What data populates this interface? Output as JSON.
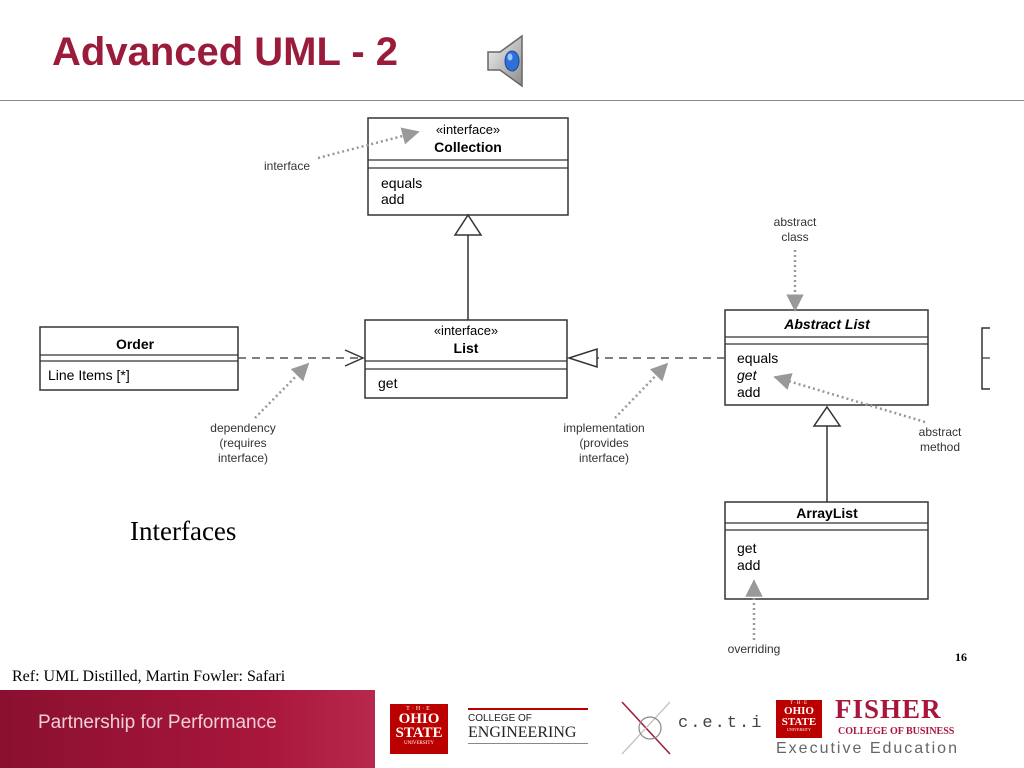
{
  "slide": {
    "title": "Advanced UML - 2",
    "caption": "Interfaces",
    "page_number": "16",
    "reference": "Ref: UML Distilled, Martin Fowler: Safari",
    "icons": {
      "audio": "speaker-icon"
    }
  },
  "diagram": {
    "collection": {
      "stereotype": "«interface»",
      "name": "Collection",
      "ops": [
        "equals",
        "add"
      ]
    },
    "list": {
      "stereotype": "«interface»",
      "name": "List",
      "ops": [
        "get"
      ]
    },
    "order": {
      "name": "Order",
      "attrs": [
        "Line Items [*]"
      ]
    },
    "abstract_list": {
      "name": "Abstract List",
      "ops": [
        "equals",
        "get",
        "add"
      ]
    },
    "array_list": {
      "name": "ArrayList",
      "ops": [
        "get",
        "add"
      ]
    },
    "notes": {
      "interface": "interface",
      "abstract_class": [
        "abstract",
        "class"
      ],
      "dependency": [
        "dependency",
        "(requires",
        "interface)"
      ],
      "implementation": [
        "implementation",
        "(provides",
        "interface)"
      ],
      "abstract_method": [
        "abstract",
        "method"
      ],
      "overriding": "overriding"
    }
  },
  "footer": {
    "band_text": "Partnership for Performance",
    "osu": {
      "line1": "T·H·E",
      "line2": "OHIO",
      "line3": "STATE",
      "line4": "UNIVERSITY"
    },
    "coe": {
      "line1": "COLLEGE OF",
      "line2": "ENGINEERING"
    },
    "ceti": "c.e.t.i",
    "fisher": {
      "name": "FISHER",
      "sub": "COLLEGE OF BUSINESS",
      "exec": "Executive Education"
    }
  },
  "colors": {
    "title": "#9b1c3a",
    "band": "#a8163c",
    "osu_red": "#bb0000"
  }
}
